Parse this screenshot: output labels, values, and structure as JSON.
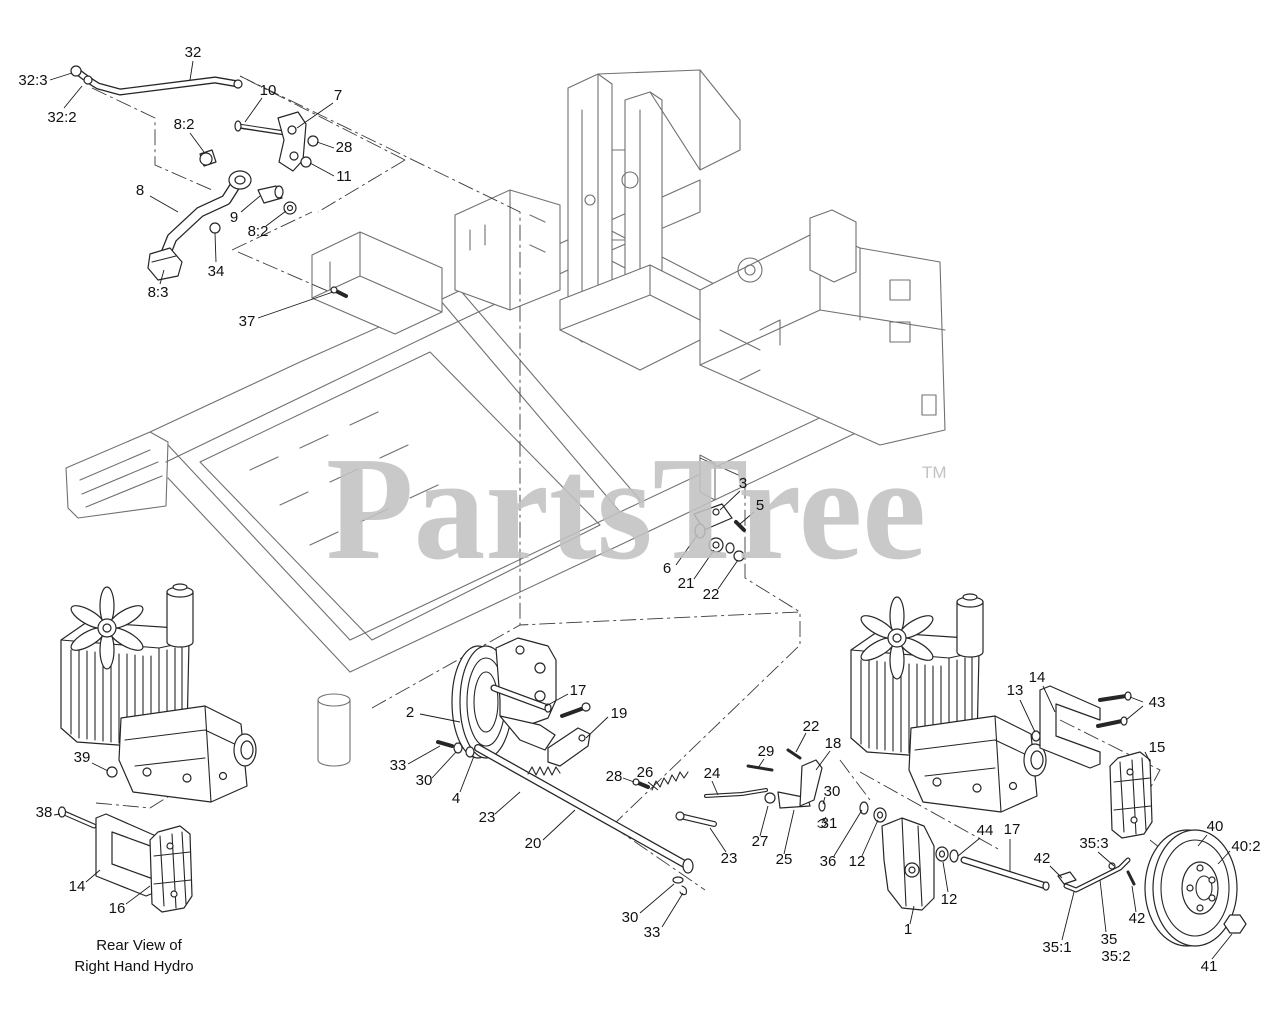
{
  "watermark": {
    "brand": "PartsTree",
    "trademark": "TM"
  },
  "caption": {
    "line1": "Rear View of",
    "line2": "Right Hand Hydro"
  },
  "callouts": {
    "top_left": [
      "32",
      "32:3",
      "32:2",
      "10",
      "7",
      "8:2",
      "28",
      "11",
      "8",
      "9",
      "8:2",
      "34",
      "8:3",
      "37"
    ],
    "frame": [
      "3",
      "5",
      "6",
      "21",
      "22"
    ],
    "rear_view": [
      "39",
      "38",
      "14",
      "16"
    ],
    "center": [
      "17",
      "2",
      "19",
      "33",
      "30",
      "4",
      "23",
      "20",
      "28",
      "26",
      "24",
      "29",
      "22",
      "18",
      "27",
      "23",
      "25",
      "30",
      "31",
      "36",
      "12",
      "30",
      "33",
      "1",
      "12",
      "44",
      "17"
    ],
    "right": [
      "13",
      "14",
      "43",
      "15",
      "40",
      "40:2",
      "35:3",
      "42",
      "42",
      "35",
      "35:1",
      "35:2",
      "41"
    ]
  },
  "colors": {
    "background": "#ffffff",
    "part_line": "#262626",
    "frame_line": "#707070",
    "label": "#111111",
    "watermark": "#c2c2c2"
  }
}
